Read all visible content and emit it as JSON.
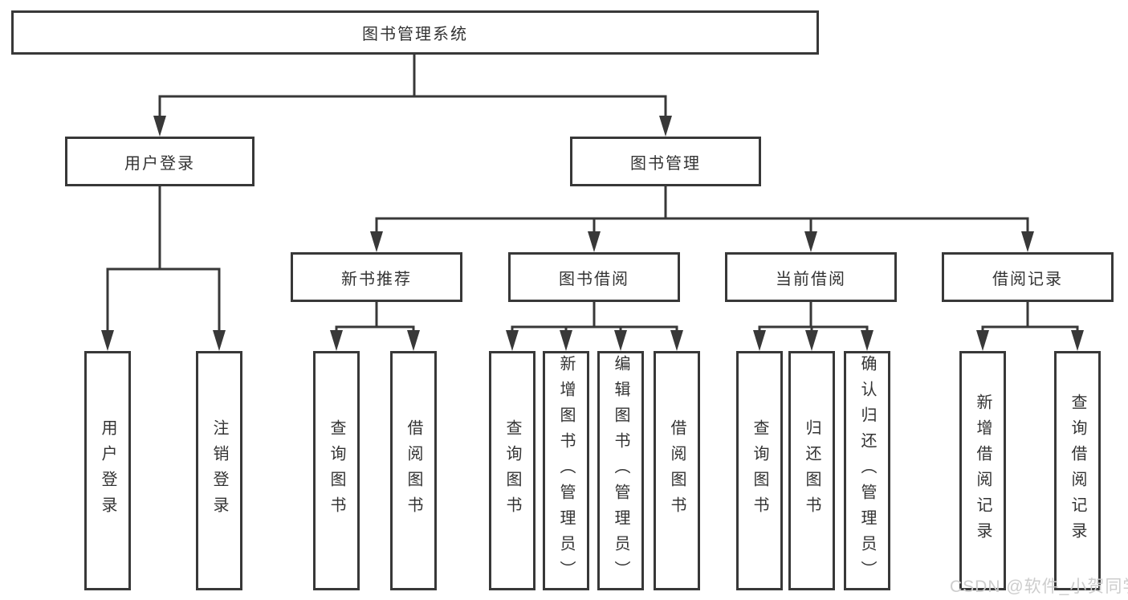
{
  "diagram_title": "图书管理系统",
  "tree": {
    "root": {
      "label": "图书管理系统",
      "children": [
        {
          "label": "用户登录",
          "children": [
            {
              "label": "用户登录"
            },
            {
              "label": "注销登录"
            }
          ]
        },
        {
          "label": "图书管理",
          "children": [
            {
              "label": "新书推荐",
              "children": [
                {
                  "label": "查询图书"
                },
                {
                  "label": "借阅图书"
                }
              ]
            },
            {
              "label": "图书借阅",
              "children": [
                {
                  "label": "查询图书"
                },
                {
                  "label": "新增图书（管理员）"
                },
                {
                  "label": "编辑图书（管理员）"
                },
                {
                  "label": "借阅图书"
                }
              ]
            },
            {
              "label": "当前借阅",
              "children": [
                {
                  "label": "查询图书"
                },
                {
                  "label": "归还图书"
                },
                {
                  "label": "确认归还（管理员）"
                }
              ]
            },
            {
              "label": "借阅记录",
              "children": [
                {
                  "label": "新增借阅记录"
                },
                {
                  "label": "查询借阅记录"
                }
              ]
            }
          ]
        }
      ]
    }
  },
  "watermark": {
    "text": "CSDN @软件_小贺同学"
  },
  "colors": {
    "line": "#383838",
    "text": "#333333",
    "box_background": "#ffffff",
    "watermark": "#cdcdcd"
  }
}
